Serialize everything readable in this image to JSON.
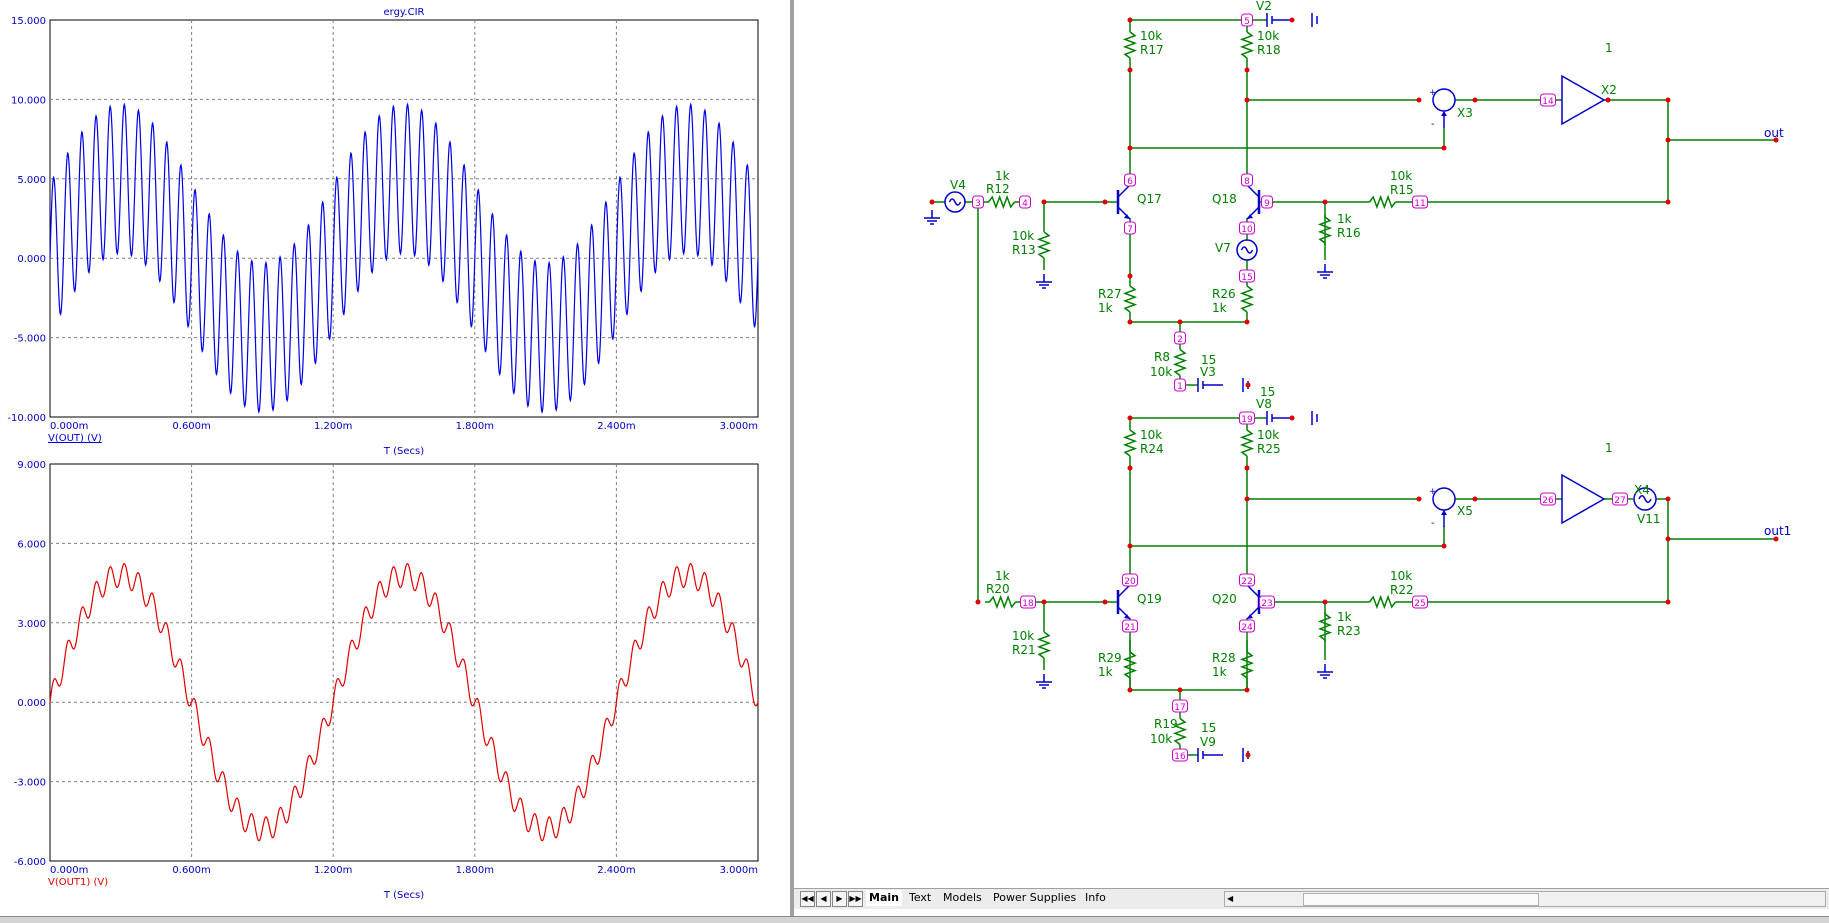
{
  "app": {
    "plot_title": "ergy.CIR"
  },
  "tabs": [
    {
      "label": "Main",
      "active": true
    },
    {
      "label": "Text"
    },
    {
      "label": "Models"
    },
    {
      "label": "Power Supplies"
    },
    {
      "label": "Info"
    }
  ],
  "colors": {
    "trace_top": "#0000e6",
    "trace_bottom": "#e00000",
    "wire": "#008000",
    "node_label": "#cc00cc",
    "component_text": "#008000",
    "component_symbol": "#0000c8",
    "junction": "#e00000"
  },
  "chart_data": [
    {
      "type": "line",
      "title": "ergy.CIR",
      "xlabel": "T (Secs)",
      "ylabel": "",
      "xlim": [
        0,
        3.0
      ],
      "ylim": [
        -10,
        15
      ],
      "x_unit": "ms",
      "xticks": [
        "0.000m",
        "0.600m",
        "1.200m",
        "1.800m",
        "2.400m",
        "3.000m"
      ],
      "yticks": [
        "15.000",
        "10.000",
        "5.000",
        "0.000",
        "-5.000",
        "-10.000"
      ],
      "series": [
        {
          "name": "V(OUT) (V)",
          "color": "#0000e6",
          "function": "5*sin(2*pi*1000/1.2*t) + 4.7*sin(2*pi*20/1.2*1000*t)"
        }
      ]
    },
    {
      "type": "line",
      "title": "",
      "xlabel": "T (Secs)",
      "ylabel": "",
      "xlim": [
        0,
        3.0
      ],
      "ylim": [
        -6,
        9
      ],
      "x_unit": "ms",
      "xticks": [
        "0.000m",
        "0.600m",
        "1.200m",
        "1.800m",
        "2.400m",
        "3.000m"
      ],
      "yticks": [
        "9.000",
        "6.000",
        "3.000",
        "0.000",
        "-3.000",
        "-6.000"
      ],
      "series": [
        {
          "name": "V(OUT1) (V)",
          "color": "#e00000",
          "function": "4.8*sin(2*pi*1000/1.2*t) + 0.45*sin(2*pi*20/1.2*1000*t)"
        }
      ]
    }
  ],
  "schematic": {
    "components": [
      {
        "id": "R17",
        "value": "10k"
      },
      {
        "id": "R18",
        "value": "10k"
      },
      {
        "id": "V2",
        "value": ""
      },
      {
        "id": "X3",
        "value": ""
      },
      {
        "id": "X2",
        "value": "1"
      },
      {
        "id": "out",
        "value": ""
      },
      {
        "id": "V4",
        "value": ""
      },
      {
        "id": "R12",
        "value": "1k"
      },
      {
        "id": "R13",
        "value": "10k"
      },
      {
        "id": "Q17",
        "value": ""
      },
      {
        "id": "Q18",
        "value": ""
      },
      {
        "id": "R15",
        "value": "10k"
      },
      {
        "id": "R16",
        "value": "1k"
      },
      {
        "id": "V7",
        "value": ""
      },
      {
        "id": "R27",
        "value": "1k"
      },
      {
        "id": "R26",
        "value": "1k"
      },
      {
        "id": "R8",
        "value": "10k"
      },
      {
        "id": "V3",
        "value": "15"
      },
      {
        "id": "V8",
        "value": "15"
      },
      {
        "id": "R24",
        "value": "10k"
      },
      {
        "id": "R25",
        "value": "10k"
      },
      {
        "id": "X5",
        "value": ""
      },
      {
        "id": "X4",
        "value": "1"
      },
      {
        "id": "V11",
        "value": ""
      },
      {
        "id": "out1",
        "value": ""
      },
      {
        "id": "R20",
        "value": "1k"
      },
      {
        "id": "R21",
        "value": "10k"
      },
      {
        "id": "Q19",
        "value": ""
      },
      {
        "id": "Q20",
        "value": ""
      },
      {
        "id": "R22",
        "value": "10k"
      },
      {
        "id": "R23",
        "value": "1k"
      },
      {
        "id": "R29",
        "value": "1k"
      },
      {
        "id": "R28",
        "value": "1k"
      },
      {
        "id": "R19",
        "value": "10k"
      },
      {
        "id": "V9",
        "value": "15"
      }
    ],
    "nodes": [
      "1",
      "2",
      "3",
      "4",
      "5",
      "6",
      "7",
      "8",
      "9",
      "10",
      "11",
      "14",
      "15",
      "16",
      "17",
      "18",
      "19",
      "20",
      "21",
      "22",
      "23",
      "24",
      "25",
      "26",
      "27"
    ],
    "signs": {
      "plus": "+",
      "minus": "-"
    }
  }
}
